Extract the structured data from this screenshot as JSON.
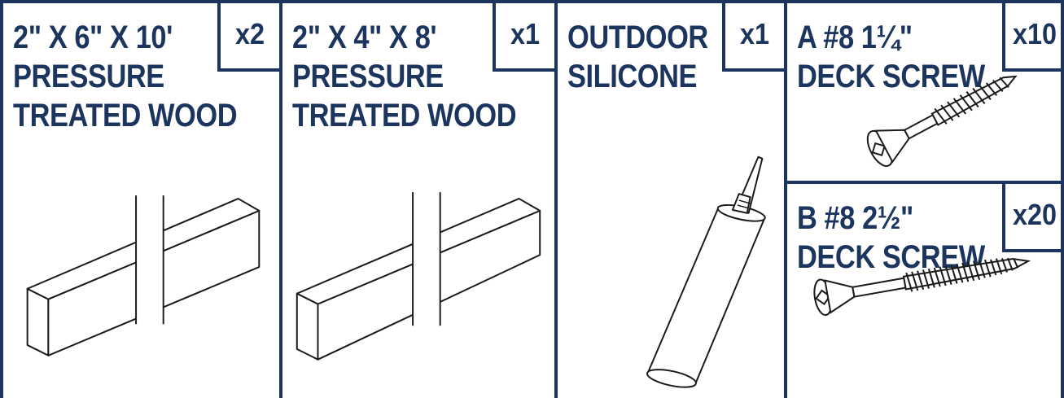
{
  "items": [
    {
      "title_lines": [
        "2\" x 6\" x 10'",
        "PRESSURE",
        "TREATED WOOD"
      ],
      "quantity": "x2",
      "illustration": "board-icon"
    },
    {
      "title_lines": [
        "2\" x 4\" x 8'",
        "PRESSURE",
        "TREATED WOOD"
      ],
      "quantity": "x1",
      "illustration": "board-icon"
    },
    {
      "title_lines": [
        "OUTDOOR",
        "SILICONE"
      ],
      "quantity": "x1",
      "illustration": "caulk-tube-icon"
    },
    {
      "title_lines": [
        "A #8 1¼\"",
        "DECK SCREW"
      ],
      "quantity": "x10",
      "illustration": "short-screw-icon"
    },
    {
      "title_lines": [
        "B #8 2½\"",
        "DECK SCREW"
      ],
      "quantity": "x20",
      "illustration": "long-screw-icon"
    }
  ],
  "colors": {
    "ink": "#1c355e",
    "line_art": "#1a1a1a",
    "background": "#ffffff"
  }
}
